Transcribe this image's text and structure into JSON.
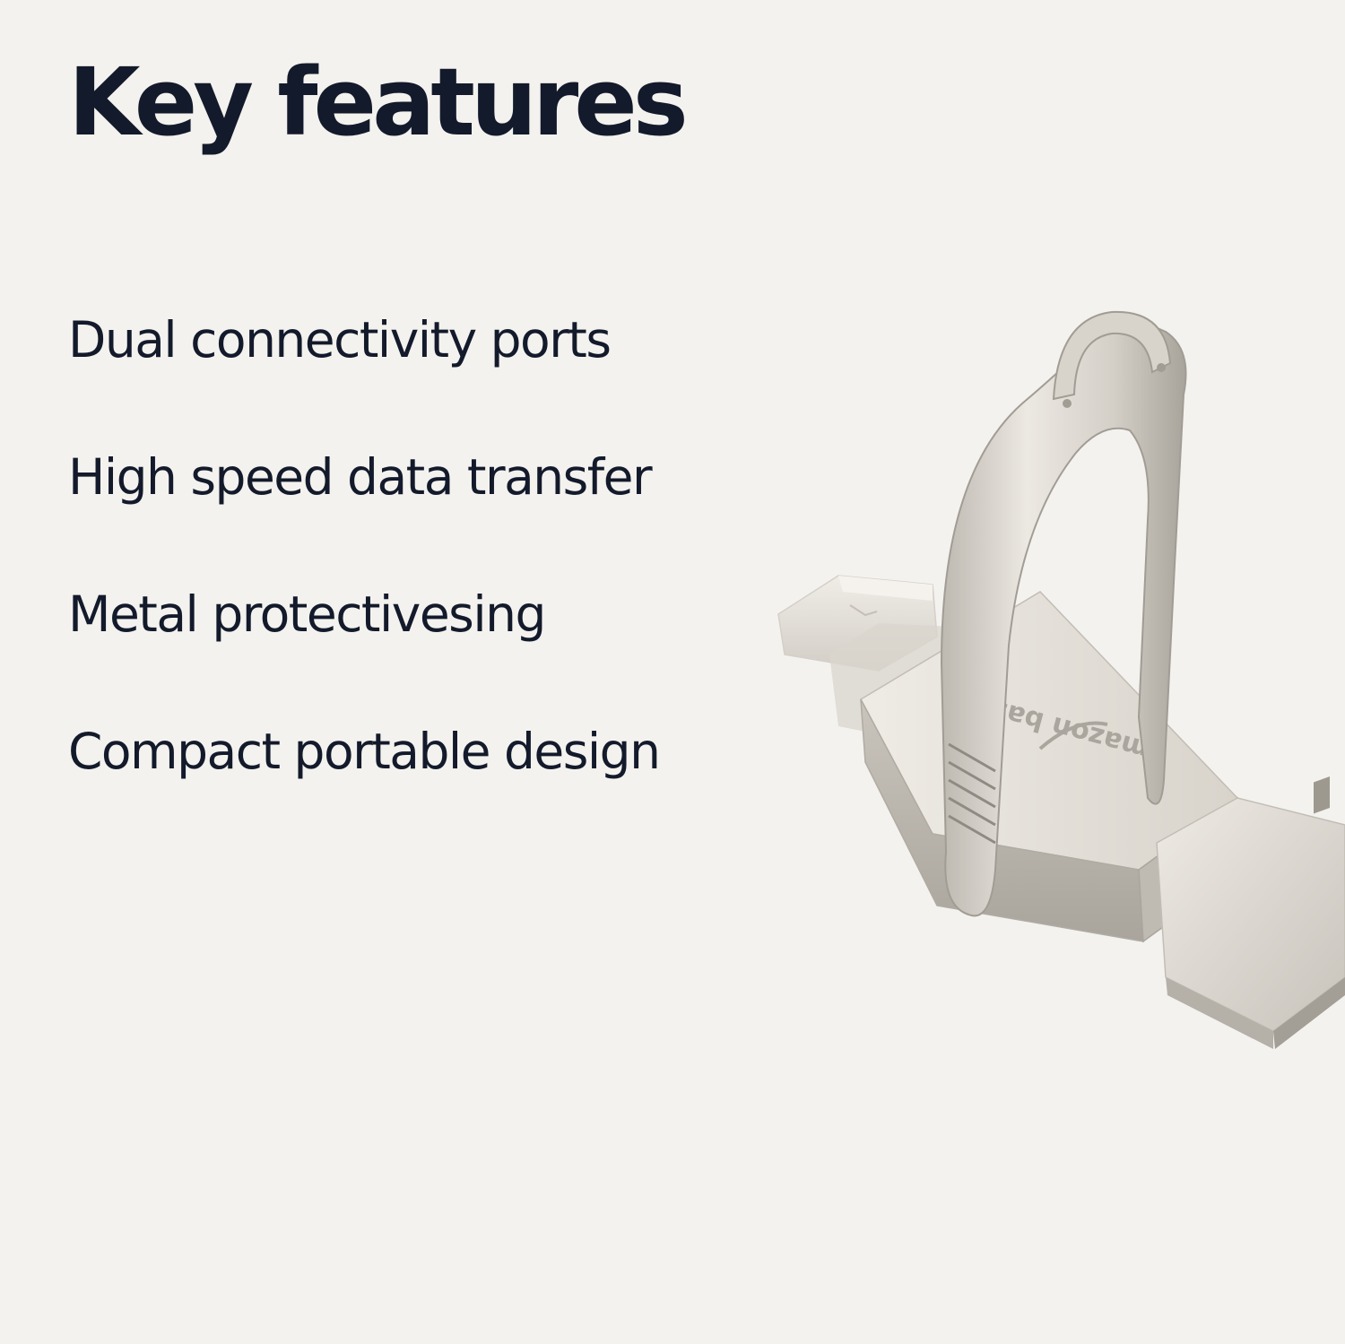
{
  "page": {
    "background_color": "#f3f2ee",
    "text_color": "#131a2b"
  },
  "heading": "Key features",
  "features": [
    "Dual connectivity ports",
    "High speed data transfer",
    "Metal protectivesing",
    "Compact portable design"
  ],
  "product_image": {
    "icon": "usb-flash-drive-photo",
    "logo_text": "amazon basics"
  }
}
